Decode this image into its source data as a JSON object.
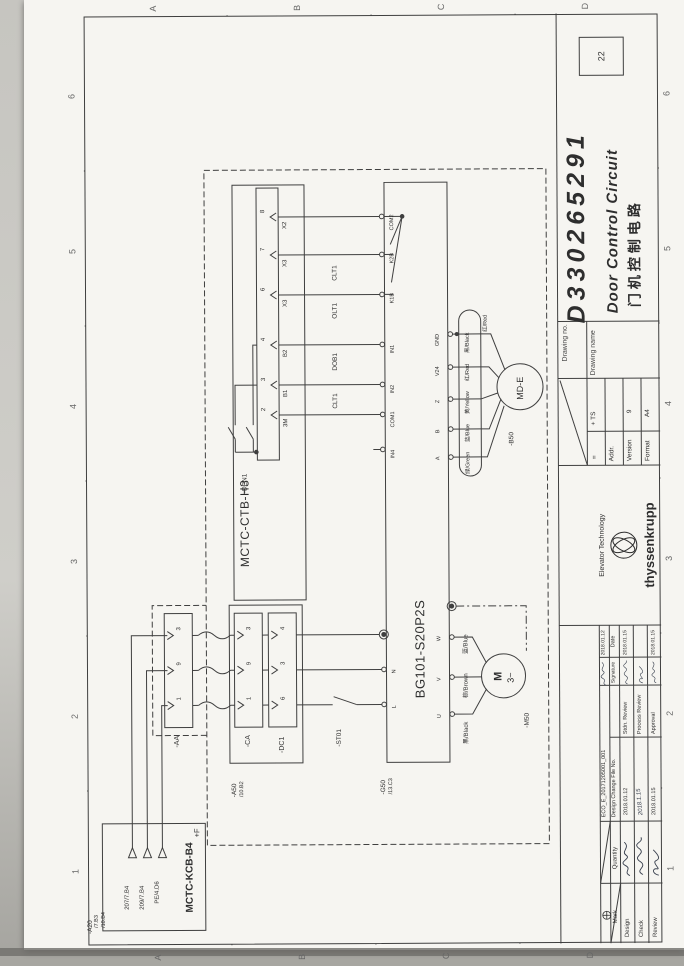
{
  "border": {
    "cols": [
      "1",
      "2",
      "3",
      "4",
      "5",
      "6"
    ],
    "rows": [
      "A",
      "B",
      "C",
      "D"
    ]
  },
  "title_block": {
    "page_no": "22",
    "drawing_no_label": "Drawing no.",
    "drawing_no": "D330265291",
    "drawing_name_label": "Drawing name",
    "drawing_name_en": "Door Control Circuit",
    "drawing_name_cn": "门机控制电路",
    "brand": {
      "tagline": "Elevator Technology",
      "name": "thyssenkrupp"
    },
    "meta": {
      "function_label": "=",
      "location_value": "+ TS",
      "addr_label": "Addr.",
      "version_label": "Version",
      "version": "9",
      "format_label": "Format",
      "format": "A4"
    },
    "revision": {
      "file_no": "ECO_E_20171205001_001",
      "date": "2018.01.12"
    },
    "sig": {
      "headers": {
        "mark": "Mark",
        "quantity": "Quantity",
        "file": "Design Change File No.",
        "signature": "Signature",
        "date": "Date"
      },
      "rows": [
        {
          "role": "Design",
          "date": "2018.01.12",
          "role2": "Stdn. Review",
          "date2": "2018.01.15"
        },
        {
          "role": "Check",
          "date": "2018.1.15",
          "role2": "Process Review",
          "date2": ""
        },
        {
          "role": "Review",
          "date": "2018.01.15",
          "role2": "Approval",
          "date2": "2018.01.15"
        }
      ]
    }
  },
  "schematic": {
    "kcb": {
      "ref": "-A20",
      "xref1": "/7.B3",
      "xref2": "/10.B4",
      "label": "MCTC-KCB-B4",
      "pins": [
        "207/7.B4",
        "209/7.B4",
        "PE/4.D6"
      ]
    },
    "aa": {
      "label": "-AA",
      "pins": [
        "1",
        "9",
        "3"
      ]
    },
    "ca": {
      "label": "-CA",
      "pins": [
        "1",
        "9",
        "3"
      ]
    },
    "dc1": {
      "label": "-DC1",
      "pins": [
        "6",
        "3",
        "4"
      ]
    },
    "a50": {
      "ref": "-A50",
      "xref": "/10.B2"
    },
    "location": "+F",
    "st01": "-ST01",
    "ctb": {
      "label": "MCTC-CTB-H3",
      "relay": "-DEN1",
      "pin_names": [
        "3M",
        "B1",
        "B2",
        "X3",
        "X3",
        "X2"
      ],
      "pin_nos": [
        "2",
        "3",
        "4",
        "6",
        "7",
        "8"
      ]
    },
    "nets": [
      "CLT1",
      "DOB1",
      "OLT1",
      "CLT1"
    ],
    "drive": {
      "label": "BG101-S20P2S",
      "ref": "-G50",
      "xref": "/13.C3",
      "power_in": [
        "L",
        "N"
      ],
      "inputs": [
        "IN4",
        "COM1",
        "IN2",
        "IN1",
        "K1B",
        "K2B",
        "COM2"
      ],
      "motor_out": [
        "U",
        "V",
        "W"
      ],
      "encoder_t": [
        "A",
        "B",
        "Z",
        "V24",
        "GND"
      ]
    },
    "motor": {
      "sym": "M",
      "phase": "3~",
      "ref": "-M50",
      "colors": [
        "黑/Black",
        "棕/Brown",
        "蓝/Blue"
      ]
    },
    "encoder": {
      "label": "MD-E",
      "ref": "-B50",
      "colors": [
        "绿/Green",
        "蓝/Blue",
        "黄/Yellow",
        "红/Red",
        "黑/Black"
      ],
      "extra": "红/Red"
    }
  }
}
